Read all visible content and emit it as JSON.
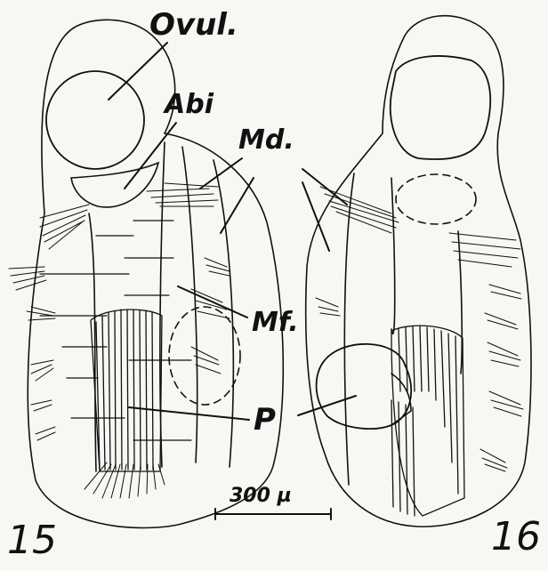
{
  "labels": {
    "ovul": "Ovul.",
    "abi": "Abi",
    "md": "Md.",
    "mf": "Mf.",
    "p": "P"
  },
  "scale_bar": {
    "label": "300 µ"
  },
  "figures": {
    "left": "15",
    "right": "16"
  },
  "colors": {
    "ink": "#111111",
    "paper": "#f7f7f4"
  }
}
